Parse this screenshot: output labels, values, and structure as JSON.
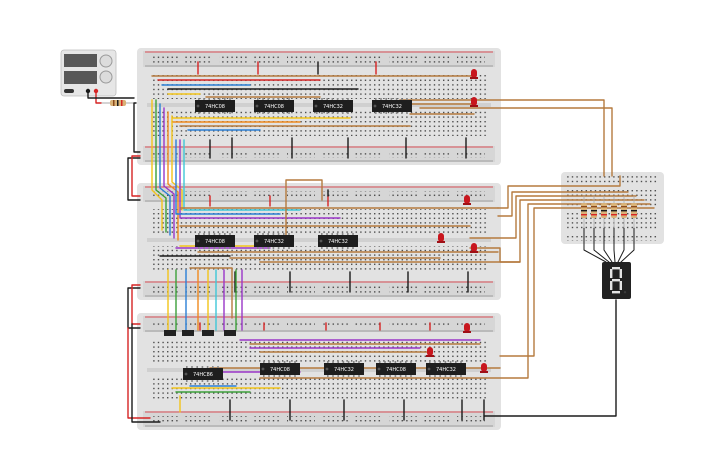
{
  "canvas": {
    "background": "#ffffff"
  },
  "colors": {
    "board": "#e2e2e2",
    "board_rail": "#d6d6d6",
    "hole": "#4a4a4a",
    "rail_red": "#d8202a",
    "rail_black": "#1a1a1a",
    "wire_red": "#d62424",
    "wire_black": "#1b1b1b",
    "wire_brown": "#b57a3e",
    "wire_yellow": "#f2c41a",
    "wire_green": "#3ca03a",
    "wire_blue": "#2a7fd6",
    "wire_purple": "#9a36c8",
    "wire_orange": "#f08a1e",
    "wire_cyan": "#3ec7d8",
    "chip_body": "#1e1e1e",
    "led_red": "#c8161e",
    "seg_body": "#222222",
    "seg_on": "#e4e4e4",
    "psu_body": "#e6e6e6",
    "psu_screen": "#585858"
  },
  "power_supply": {
    "icon": "power-supply-icon"
  },
  "boards": [
    {
      "name": "breadboard-top"
    },
    {
      "name": "breadboard-middle"
    },
    {
      "name": "breadboard-bottom"
    },
    {
      "name": "breadboard-small-right"
    }
  ],
  "chips": {
    "top": [
      "74HC08",
      "74HC08",
      "74HC32",
      "74HC32"
    ],
    "middle": [
      "74HC08",
      "74HC32",
      "74HC32"
    ],
    "bottom": [
      "74HC86",
      "74HC08",
      "74HC32",
      "74HC08",
      "74HC32"
    ]
  },
  "seven_segment": {
    "digit": "8",
    "icon": "seven-segment-display-icon"
  },
  "resistor_count": 6,
  "led_count": 8
}
